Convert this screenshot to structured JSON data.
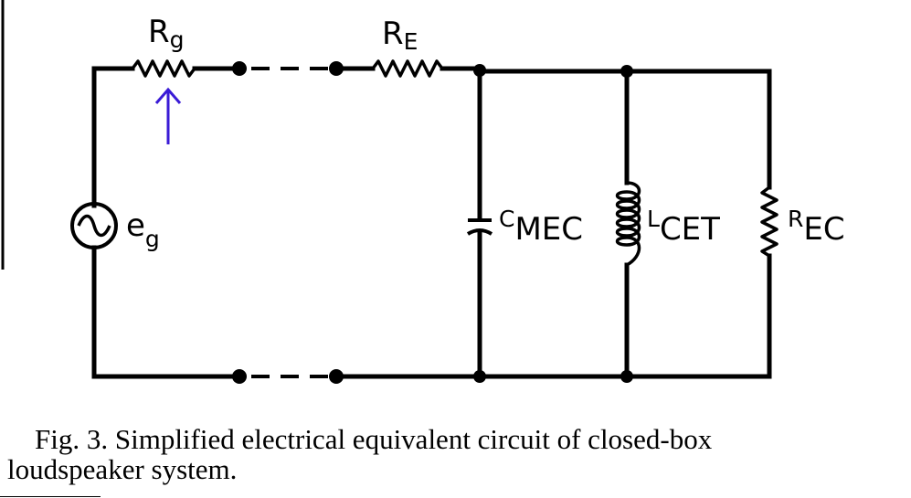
{
  "components": {
    "rg": {
      "main": "R",
      "sub": "g"
    },
    "re": {
      "main": "R",
      "sub": "E"
    },
    "eg": {
      "main": "e",
      "sub": "g"
    },
    "cmec": {
      "main": "C",
      "sub": "MEC"
    },
    "lcet": {
      "main": "L",
      "sub": "CET"
    },
    "rec": {
      "main": "R",
      "sub": "EC"
    }
  },
  "caption": {
    "line1": "Fig. 3. Simplified electrical equivalent circuit of closed-box",
    "line2": "loudspeaker system."
  },
  "colors": {
    "ink": "#000000",
    "annotation_arrow": "#3a1bd6"
  }
}
